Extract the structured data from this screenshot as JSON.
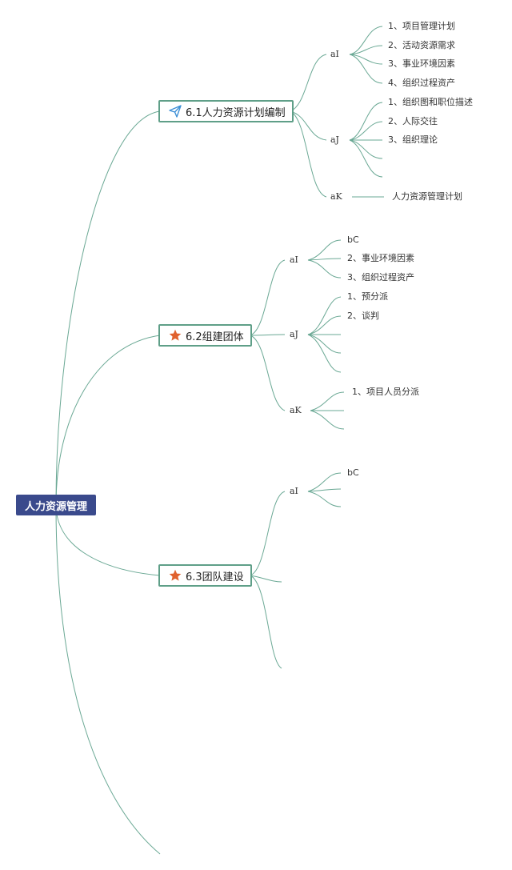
{
  "root": {
    "label": "人力资源管理"
  },
  "topics": [
    {
      "label": "6.1人力资源计划编制",
      "icon": "paper-plane-icon",
      "groups": [
        {
          "label": "aI",
          "items": [
            "1、项目管理计划",
            "2、活动资源需求",
            "3、事业环境因素",
            "4、组织过程资产"
          ]
        },
        {
          "label": "aJ",
          "items": [
            "1、组织图和职位描述",
            "2、人际交往",
            "3、组织理论",
            "",
            ""
          ]
        },
        {
          "label": "aK",
          "items": [
            "人力资源管理计划"
          ]
        }
      ]
    },
    {
      "label": "6.2组建团体",
      "icon": "star-icon",
      "groups": [
        {
          "label": "aI",
          "items": [
            "bC",
            "2、事业环境因素",
            "3、组织过程资产"
          ]
        },
        {
          "label": "aJ",
          "items": [
            "1、预分派",
            "2、谈判",
            "",
            "",
            ""
          ]
        },
        {
          "label": "aK",
          "items": [
            "1、项目人员分派",
            "",
            ""
          ]
        }
      ]
    },
    {
      "label": "6.3团队建设",
      "icon": "star-icon",
      "groups": [
        {
          "label": "aI",
          "items": [
            "bC",
            "",
            ""
          ]
        }
      ]
    }
  ],
  "colors": {
    "branch": "#6aa894",
    "topic_border": "#5f9f88",
    "root_bg": "#3a4a8c",
    "star": "#e0622e",
    "plane": "#3d8fd6"
  }
}
